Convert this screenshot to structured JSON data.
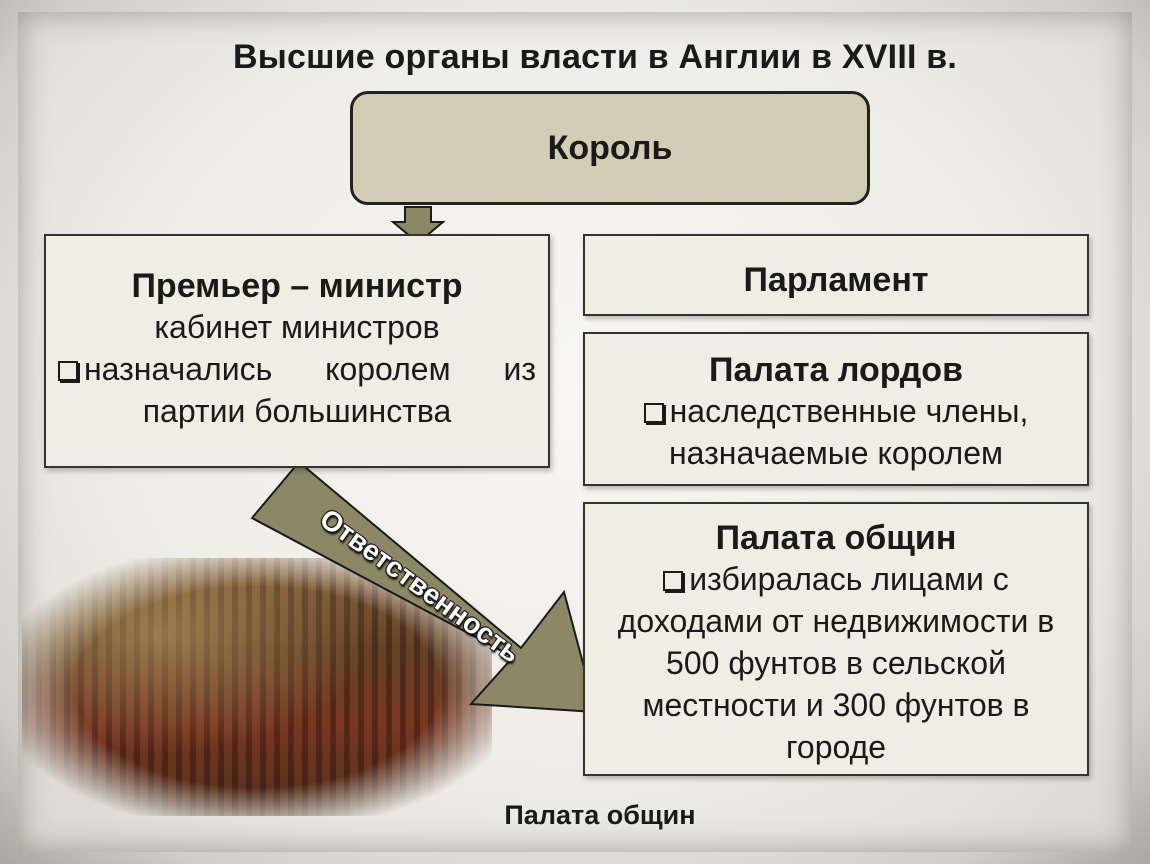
{
  "title": "Высшие органы власти в Англии в XVIII в.",
  "king": "Король",
  "prime_minister": {
    "heading": "Премьер – министр",
    "subtitle": "кабинет министров",
    "bullet_line1": "назначались королем из",
    "bullet_line2": "партии большинства"
  },
  "parliament": "Парламент",
  "lords": {
    "heading": "Палата лордов",
    "bullet_line1": "наследственные члены,",
    "bullet_line2": "назначаемые королем"
  },
  "commons": {
    "heading": "Палата общин",
    "bullet_line1": "избиралась  лицами с",
    "line2": "доходами от недвижимости в",
    "line3": "500 фунтов в сельской",
    "line4": "местности и 300 фунтов в",
    "line5": "городе"
  },
  "responsibility": "Ответственность",
  "photo_caption": "Палата общин",
  "colors": {
    "king_fill": "#d2cdb4",
    "arrow_fill": "#8c8866",
    "box_fill": "#f0ede4"
  }
}
